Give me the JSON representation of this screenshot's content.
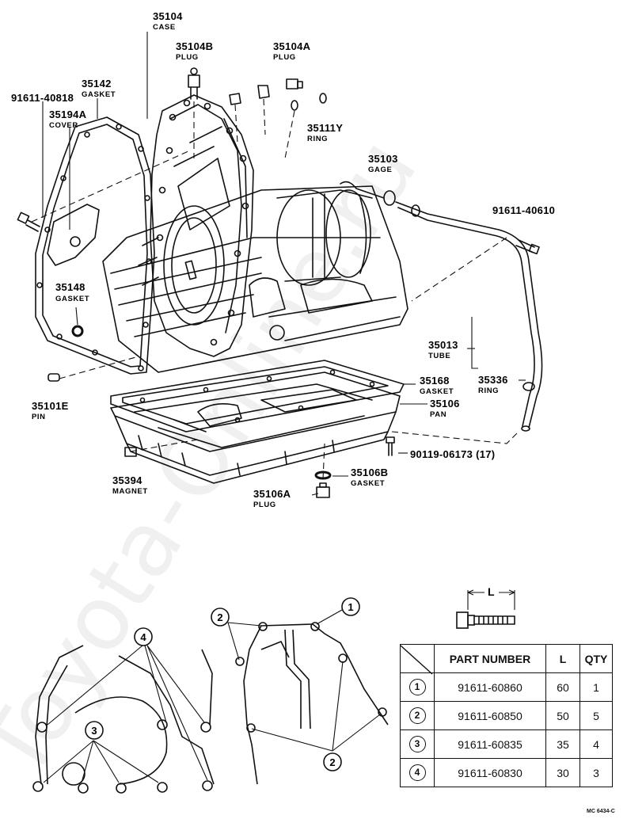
{
  "watermark": "Toyota-Online.ru",
  "callouts": [
    {
      "part": "35104",
      "name": "CASE"
    },
    {
      "part": "35104B",
      "name": "PLUG"
    },
    {
      "part": "35104A",
      "name": "PLUG"
    },
    {
      "part": "91611-40818",
      "name": ""
    },
    {
      "part": "35142",
      "name": "GASKET"
    },
    {
      "part": "35194A",
      "name": "COVER"
    },
    {
      "part": "35111Y",
      "name": "RING"
    },
    {
      "part": "35103",
      "name": "GAGE"
    },
    {
      "part": "91611-40610",
      "name": ""
    },
    {
      "part": "35148",
      "name": "GASKET"
    },
    {
      "part": "35013",
      "name": "TUBE"
    },
    {
      "part": "35168",
      "name": "GASKET"
    },
    {
      "part": "35106",
      "name": "PAN"
    },
    {
      "part": "35336",
      "name": "RING"
    },
    {
      "part": "35101E",
      "name": "PIN"
    },
    {
      "part": "90119-06173 (17)",
      "name": ""
    },
    {
      "part": "35394",
      "name": "MAGNET"
    },
    {
      "part": "35106B",
      "name": "GASKET"
    },
    {
      "part": "35106A",
      "name": "PLUG"
    }
  ],
  "bolt_dimension_label": "L",
  "bolt_table": {
    "headers": [
      "",
      "PART NUMBER",
      "L",
      "QTY"
    ],
    "rows": [
      {
        "key": "1",
        "part_number": "91611-60860",
        "length": "60",
        "qty": "1"
      },
      {
        "key": "2",
        "part_number": "91611-60850",
        "length": "50",
        "qty": "5"
      },
      {
        "key": "3",
        "part_number": "91611-60835",
        "length": "35",
        "qty": "4"
      },
      {
        "key": "4",
        "part_number": "91611-60830",
        "length": "30",
        "qty": "3"
      }
    ]
  },
  "position_keys": [
    "1",
    "2",
    "3",
    "4",
    "2"
  ],
  "drawing_code": "MC 6434-C"
}
